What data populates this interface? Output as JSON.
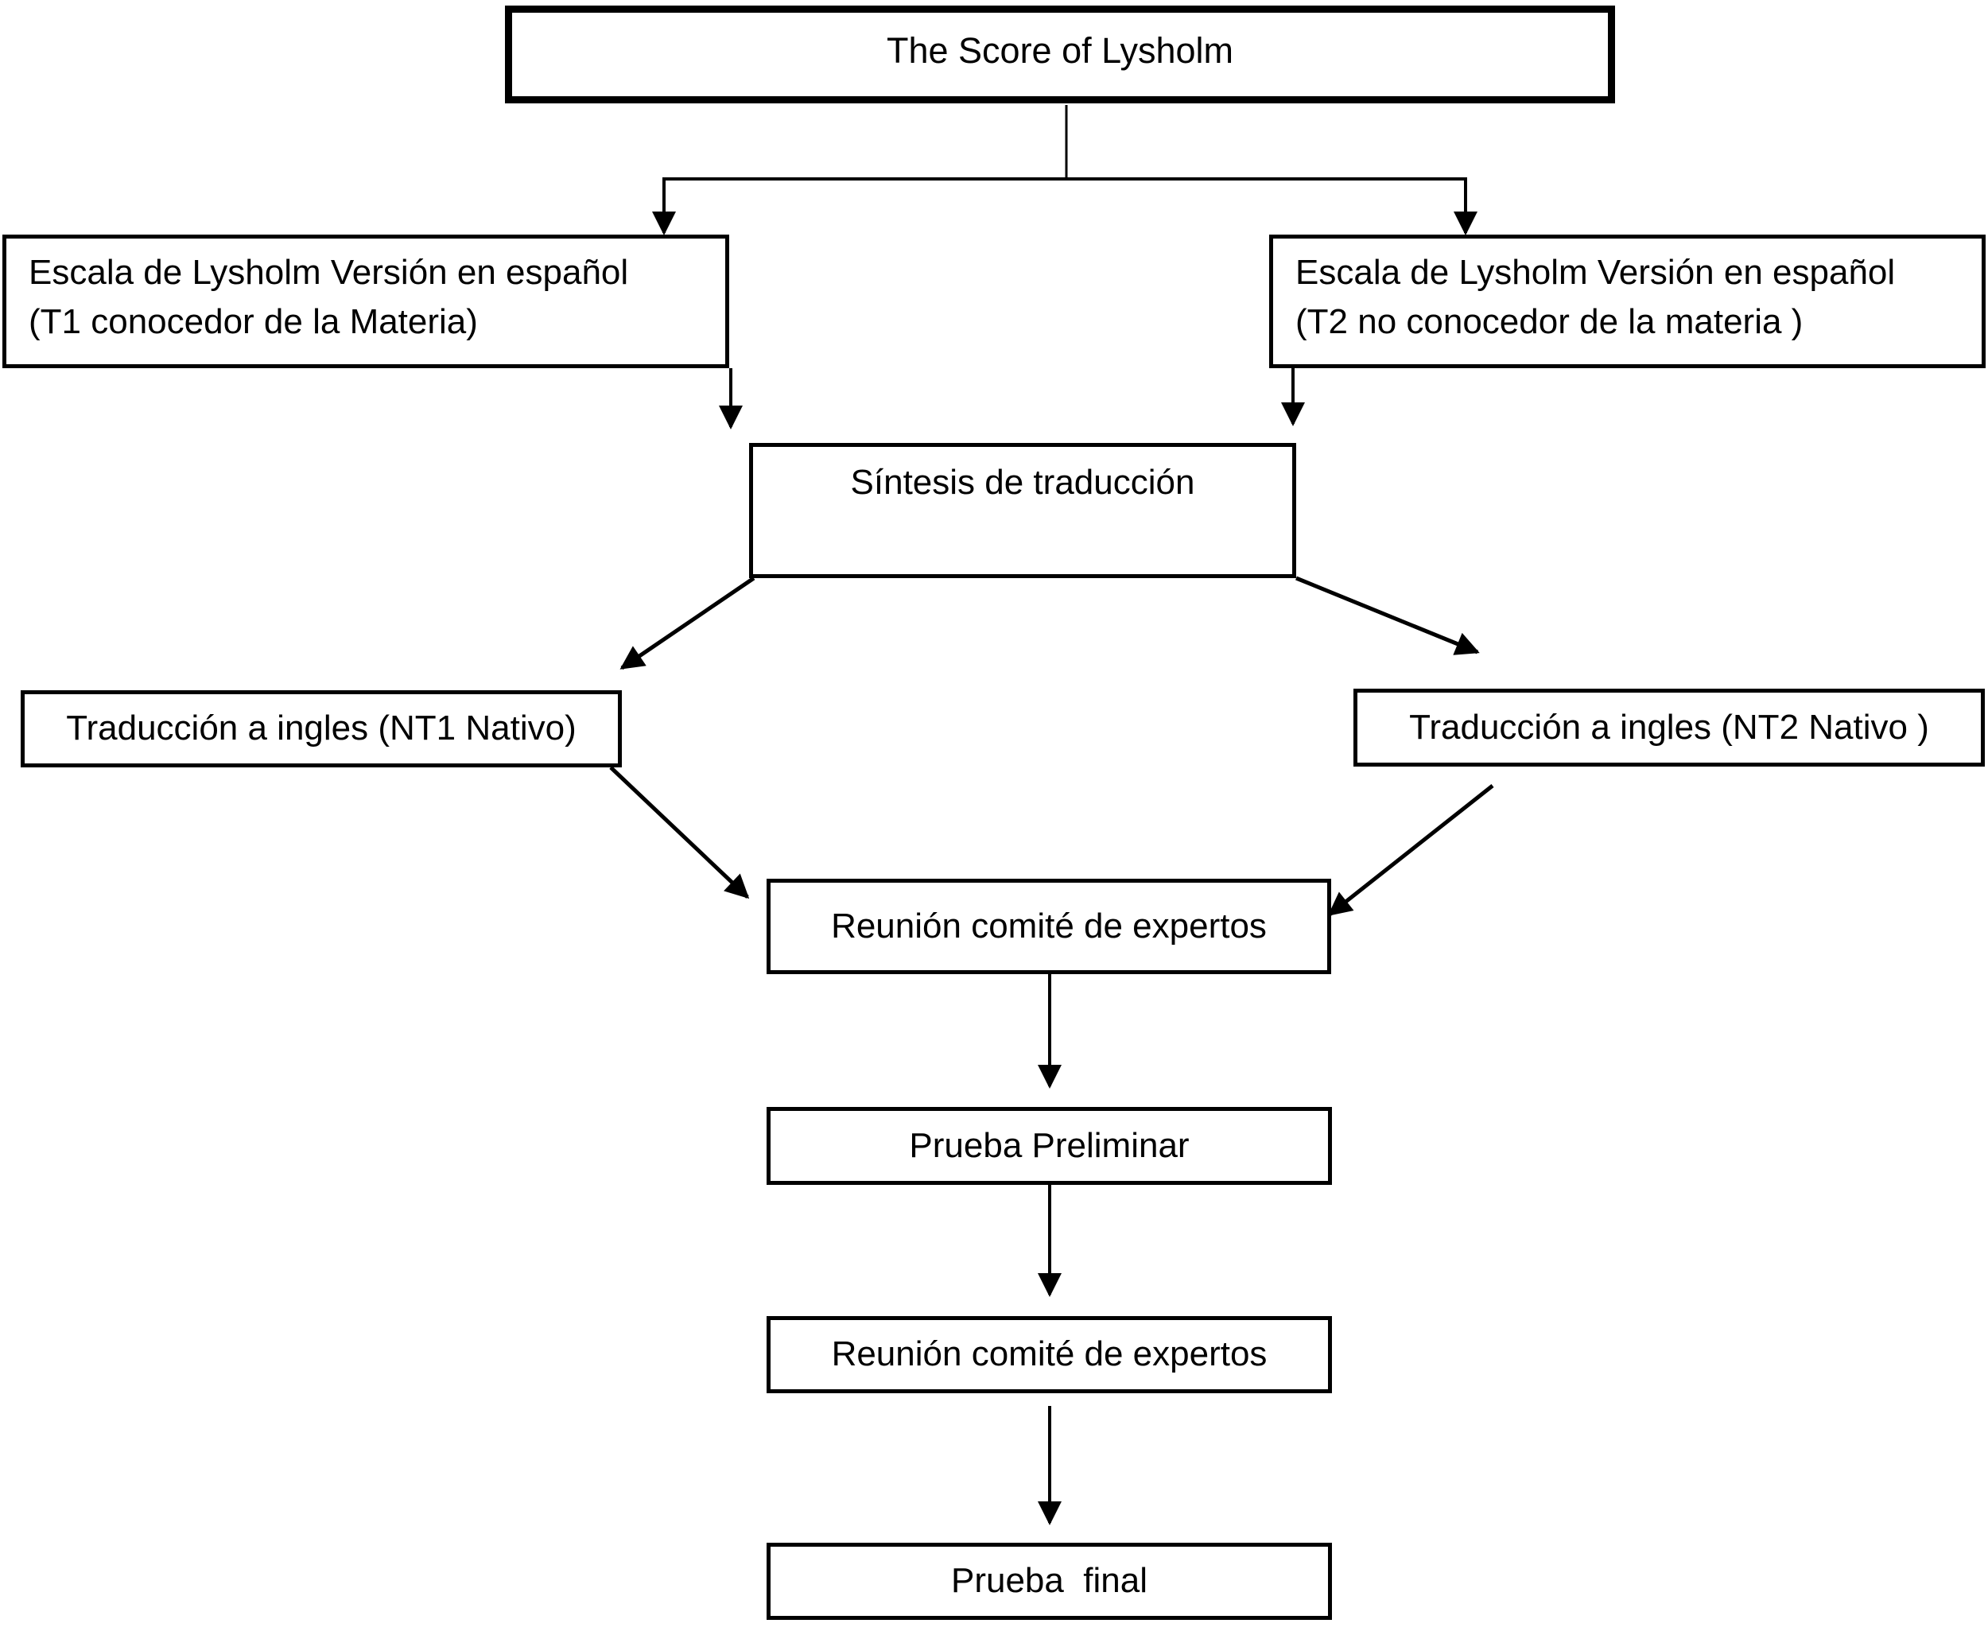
{
  "diagram": {
    "type": "flowchart",
    "background_color": "#ffffff",
    "stroke_color": "#000000",
    "title_box": {
      "label": "The Score of Lysholm"
    },
    "boxes": {
      "escala_t1": {
        "line1": "Escala de Lysholm Versión en español",
        "line2": "(T1 conocedor de la Materia)"
      },
      "escala_t2": {
        "line1": "Escala de Lysholm Versión en español",
        "line2": "(T2 no conocedor de la materia )"
      },
      "sintesis": {
        "label": "Síntesis de traducción"
      },
      "nt1": {
        "label": "Traducción a ingles (NT1 Nativo)"
      },
      "nt2": {
        "label": "Traducción a ingles (NT2 Nativo )"
      },
      "reunion_expertos_1": {
        "label": "Reunión comité de expertos"
      },
      "prueba_preliminar": {
        "label": "Prueba Preliminar"
      },
      "reunion_expertos_2": {
        "label": "Reunión comité de expertos"
      },
      "prueba_final": {
        "label": "Prueba  final"
      }
    },
    "edges": [
      {
        "from": "title",
        "to": "escala_t1",
        "arrow": true
      },
      {
        "from": "title",
        "to": "escala_t2",
        "arrow": true
      },
      {
        "from": "escala_t1",
        "to": "sintesis",
        "arrow": true
      },
      {
        "from": "escala_t2",
        "to": "sintesis",
        "arrow": true
      },
      {
        "from": "sintesis",
        "to": "nt1",
        "arrow": true
      },
      {
        "from": "sintesis",
        "to": "nt2",
        "arrow": true
      },
      {
        "from": "nt1",
        "to": "reunion_expertos_1",
        "arrow": true
      },
      {
        "from": "nt2",
        "to": "reunion_expertos_1",
        "arrow": true
      },
      {
        "from": "reunion_expertos_1",
        "to": "prueba_preliminar",
        "arrow": true
      },
      {
        "from": "prueba_preliminar",
        "to": "reunion_expertos_2",
        "arrow": true
      },
      {
        "from": "reunion_expertos_2",
        "to": "prueba_final",
        "arrow": true
      }
    ]
  }
}
